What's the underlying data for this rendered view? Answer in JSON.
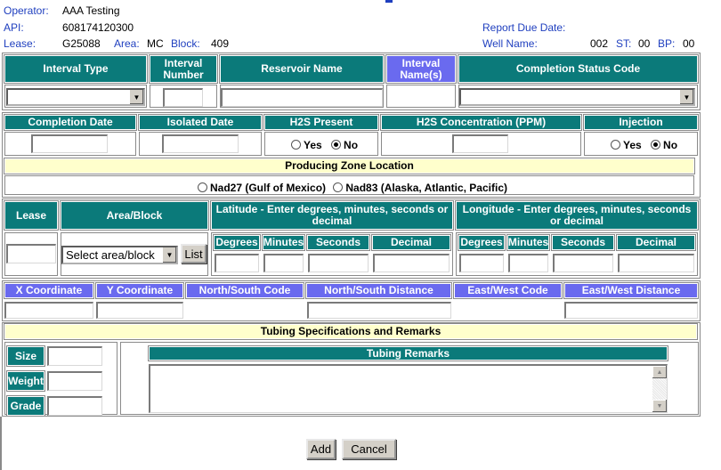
{
  "header": {
    "operator_label": "Operator:",
    "operator_value": "AAA Testing",
    "api_label": "API:",
    "api_value": "608174120300",
    "lease_label": "Lease:",
    "lease_value": "G25088",
    "area_label": "Area:",
    "area_value": "MC",
    "block_label": "Block:",
    "block_value": "409",
    "report_due_label": "Report Due Date:",
    "report_due_value": "",
    "well_name_label": "Well Name:",
    "well_name_value": "002",
    "st_label": "ST:",
    "st_value": "00",
    "bp_label": "BP:",
    "bp_value": "00"
  },
  "interval": {
    "interval_type": "Interval Type",
    "interval_number": "Interval Number",
    "reservoir_name": "Reservoir Name",
    "interval_names": "Interval Name(s)",
    "completion_status_code": "Completion Status Code"
  },
  "completion": {
    "completion_date": "Completion Date",
    "isolated_date": "Isolated Date",
    "h2s_present": "H2S Present",
    "h2s_concentration": "H2S Concentration (PPM)",
    "injection": "Injection",
    "yes": "Yes",
    "no": "No"
  },
  "zone": {
    "title": "Producing Zone Location",
    "nad27": "Nad27 (Gulf of Mexico)",
    "nad83": "Nad83 (Alaska, Atlantic, Pacific)"
  },
  "location": {
    "lease": "Lease",
    "area_block": "Area/Block",
    "latitude": "Latitude - Enter degrees, minutes, seconds or decimal",
    "longitude": "Longitude - Enter degrees, minutes, seconds or decimal",
    "degrees": "Degrees",
    "minutes": "Minutes",
    "seconds": "Seconds",
    "decimal": "Decimal",
    "area_select_value": "Select area/block",
    "list_button": "List"
  },
  "coords": {
    "x_coordinate": "X Coordinate",
    "y_coordinate": "Y Coordinate",
    "ns_code": "North/South Code",
    "ns_distance": "North/South Distance",
    "ew_code": "East/West Code",
    "ew_distance": "East/West Distance"
  },
  "tubing": {
    "title": "Tubing Specifications and Remarks",
    "size": "Size",
    "weight": "Weight",
    "grade": "Grade",
    "remarks": "Tubing Remarks"
  },
  "actions": {
    "add": "Add",
    "cancel": "Cancel"
  },
  "colors": {
    "teal_header": "#0b7a7a",
    "blue_header": "#6a6aef",
    "yellow_header": "#ffffcc",
    "label_blue": "#1f3fbf"
  }
}
